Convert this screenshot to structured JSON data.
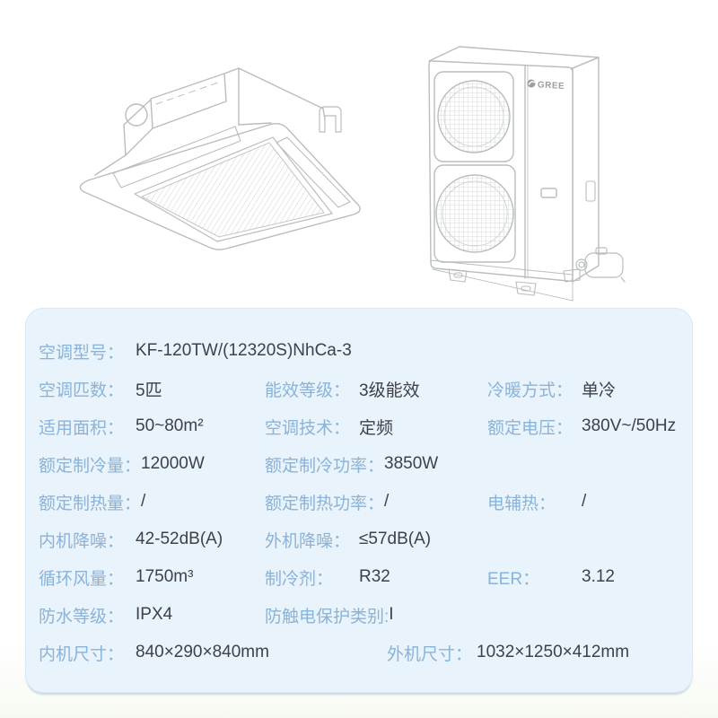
{
  "brand": {
    "logo_text": "GREE"
  },
  "colors": {
    "card_bg": "#e9f3fb",
    "label_text": "#8ab3d9",
    "value_text": "#3e4145",
    "line_art": "#b9bdbf"
  },
  "illustrations": {
    "indoor": "ceiling-cassette-indoor-unit-line-drawing",
    "outdoor": "outdoor-unit-line-drawing"
  },
  "spec": {
    "rows": [
      {
        "cells": [
          {
            "label": "空调型号：",
            "value": "KF-120TW/(12320S)NhCa-3"
          }
        ]
      },
      {
        "cells": [
          {
            "label": "空调匹数：",
            "value": "5匹"
          },
          {
            "label": "能效等级：",
            "value": "3级能效"
          },
          {
            "label": "冷暖方式：",
            "value": "单冷"
          }
        ]
      },
      {
        "cells": [
          {
            "label": "适用面积：",
            "value": "50~80m²"
          },
          {
            "label": "空调技术：",
            "value": "定频"
          },
          {
            "label": "额定电压：",
            "value": "380V~/50Hz"
          }
        ]
      },
      {
        "cells": [
          {
            "label": "额定制冷量：",
            "value": "12000W"
          },
          {
            "label": "额定制冷功率：",
            "value": "3850W"
          }
        ]
      },
      {
        "cells": [
          {
            "label": "额定制热量：",
            "value": "/"
          },
          {
            "label": "额定制热功率：",
            "value": "/"
          },
          {
            "label": "电辅热：",
            "value": "/"
          }
        ]
      },
      {
        "cells": [
          {
            "label": "内机降噪：",
            "value": "42-52dB(A)"
          },
          {
            "label": "外机降噪：",
            "value": "≤57dB(A)"
          }
        ]
      },
      {
        "cells": [
          {
            "label": "循环风量：",
            "value": "1750m³"
          },
          {
            "label": "制冷剂：",
            "value": "R32"
          },
          {
            "label": "EER：",
            "value": "3.12"
          }
        ]
      },
      {
        "cells": [
          {
            "label": "防水等级：",
            "value": "IPX4"
          },
          {
            "label": "防触电保护类别:",
            "value": "I"
          }
        ]
      },
      {
        "cells": [
          {
            "label": "内机尺寸：",
            "value": "840×290×840mm"
          },
          {
            "label": "外机尺寸：",
            "value": "1032×1250×412mm"
          }
        ]
      }
    ]
  }
}
